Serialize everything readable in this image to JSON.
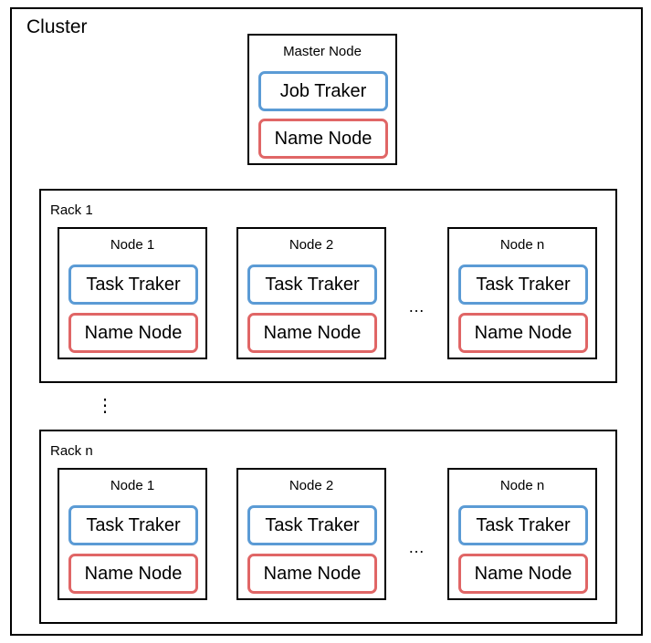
{
  "cluster": {
    "label": "Cluster"
  },
  "master": {
    "title": "Master Node",
    "job_tracker": "Job Traker",
    "name_node": "Name Node"
  },
  "racks": [
    {
      "label": "Rack 1",
      "nodes": [
        {
          "title": "Node 1",
          "task_tracker": "Task Traker",
          "name_node": "Name Node"
        },
        {
          "title": "Node 2",
          "task_tracker": "Task Traker",
          "name_node": "Name Node"
        },
        {
          "title": "Node n",
          "task_tracker": "Task Traker",
          "name_node": "Name Node"
        }
      ],
      "ellipsis": "…"
    },
    {
      "label": "Rack n",
      "nodes": [
        {
          "title": "Node 1",
          "task_tracker": "Task Traker",
          "name_node": "Name Node"
        },
        {
          "title": "Node 2",
          "task_tracker": "Task Traker",
          "name_node": "Name Node"
        },
        {
          "title": "Node n",
          "task_tracker": "Task Traker",
          "name_node": "Name Node"
        }
      ],
      "ellipsis": "…"
    }
  ],
  "rack_ellipsis": "⋮",
  "colors": {
    "task_tracker_border": "#5b9bd5",
    "name_node_border": "#e06666"
  }
}
